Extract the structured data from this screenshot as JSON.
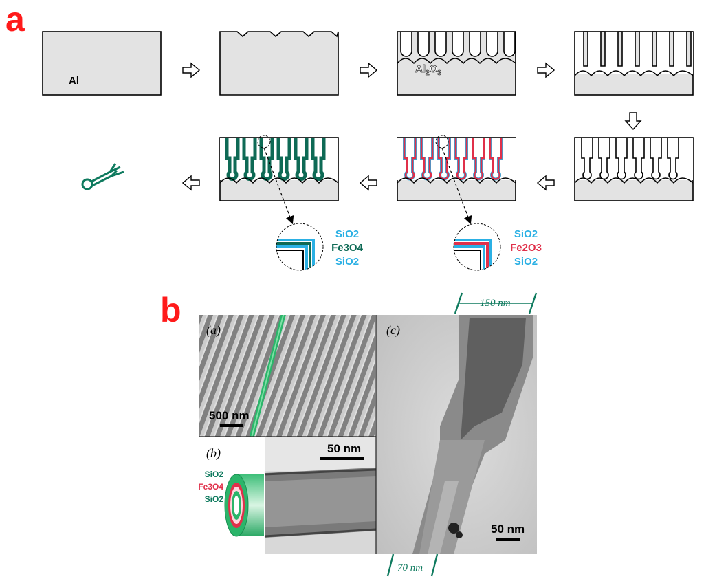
{
  "panel_a": {
    "label": "a",
    "al_label": "Al",
    "oxide_main": "Al",
    "oxide_s1": "2",
    "oxide_mid": "O",
    "oxide_s2": "3",
    "legend_fe3o4": {
      "top": "SiO2",
      "mid": "Fe3O4",
      "bot": "SiO2"
    },
    "legend_fe2o3": {
      "top": "SiO2",
      "mid": "Fe2O3",
      "bot": "SiO2"
    }
  },
  "panel_b": {
    "label": "b",
    "sub_a": "(a)",
    "sub_b": "(b)",
    "sub_c": "(c)",
    "scale_a": "500 nm",
    "scale_b": "50 nm",
    "scale_c": "50 nm",
    "dim_top": "150 nm",
    "dim_bottom": "70 nm",
    "tube_layers": [
      "SiO2",
      "Fe3O4",
      "SiO2"
    ]
  },
  "colors": {
    "panel_label": "#ff1a1a",
    "silica": "#2bb0e4",
    "magnetite": "#0e6a55",
    "hematite": "#e0304a",
    "green_annotation": "#0e7a5e",
    "substrate": "#e3e3e3"
  }
}
